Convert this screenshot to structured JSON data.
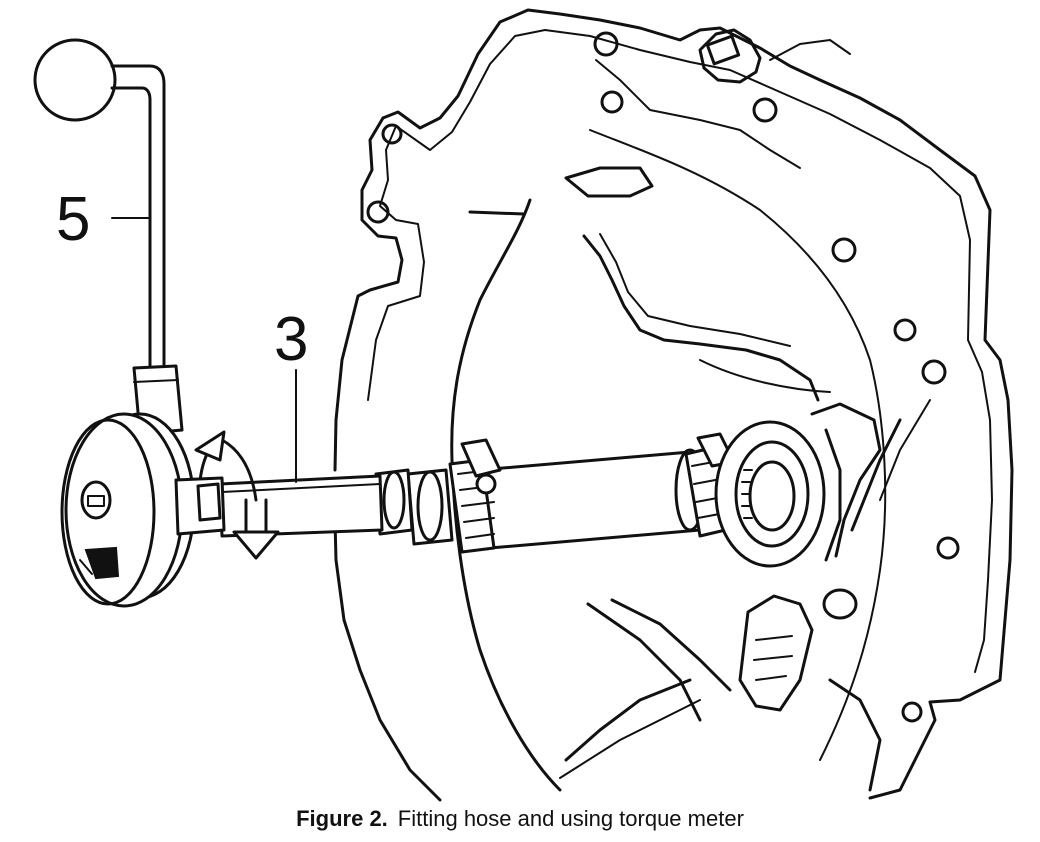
{
  "callouts": {
    "part_5": "5",
    "part_3": "3"
  },
  "caption": {
    "label": "Figure 2.",
    "text": "Fitting hose and using torque meter"
  },
  "icons": {
    "torque_meter": "torque-meter-icon",
    "rotation_arrow": "rotation-arrow-icon",
    "transmission_housing": "transmission-housing-icon"
  }
}
